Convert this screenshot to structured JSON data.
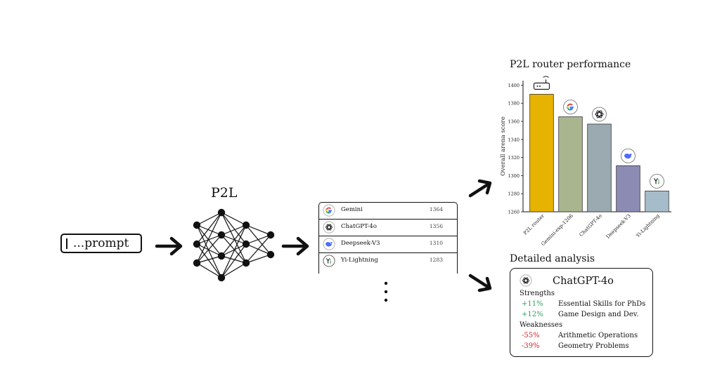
{
  "prompt": {
    "text": "...prompt"
  },
  "model": {
    "title": "P2L"
  },
  "ranking": {
    "rows": [
      {
        "name": "Gemini",
        "score": "1364",
        "icon": "gemini-icon"
      },
      {
        "name": "ChatGPT-4o",
        "score": "1356",
        "icon": "openai-icon"
      },
      {
        "name": "Deepseek-V3",
        "score": "1310",
        "icon": "deepseek-icon"
      },
      {
        "name": "Yi-Lightning",
        "score": "1283",
        "icon": "yi-icon"
      }
    ]
  },
  "chart_data": {
    "type": "bar",
    "title": "P2L router performance",
    "ylabel": "Overall arena score",
    "categories": [
      "P2L router",
      "Gemini-exp-1206",
      "ChatGPT-4o",
      "Deepseek-V3",
      "Yi-Lightning"
    ],
    "values": [
      1390,
      1365,
      1357,
      1311,
      1283
    ],
    "colors": [
      "#e6b300",
      "#a9b58f",
      "#9aaab0",
      "#8b8bb4",
      "#a7bccb"
    ],
    "icons": [
      "router-icon",
      "gemini-icon",
      "openai-icon",
      "deepseek-icon",
      "yi-icon"
    ],
    "ylim": [
      1260,
      1405
    ],
    "yticks": [
      1260,
      1280,
      1300,
      1320,
      1340,
      1360,
      1380,
      1400
    ],
    "grid": false
  },
  "analysis": {
    "title": "Detailed analysis",
    "model": "ChatGPT-4o",
    "strengths_label": "Strengths",
    "weaknesses_label": "Weaknesses",
    "strengths": [
      {
        "value": "+11%",
        "label": "Essential Skills for PhDs"
      },
      {
        "value": "+12%",
        "label": "Game Design and Dev."
      }
    ],
    "weaknesses": [
      {
        "value": "-55%",
        "label": "Arithmetic Operations"
      },
      {
        "value": "-39%",
        "label": "Geometry Problems"
      }
    ],
    "positive_color": "#2ca25f",
    "negative_color": "#d62728"
  }
}
